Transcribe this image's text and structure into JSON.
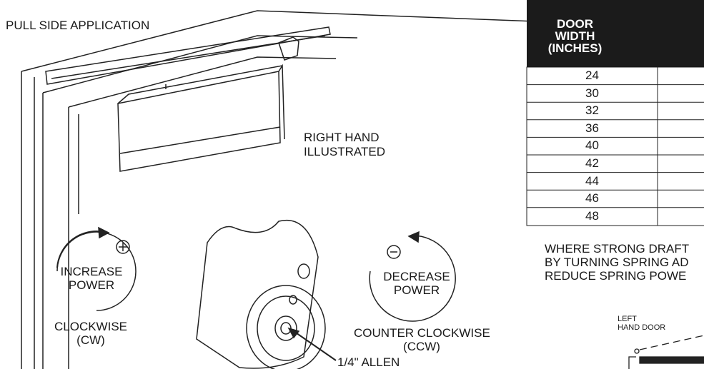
{
  "title": "PULL SIDE APPLICATION",
  "hand_note": [
    "RIGHT HAND",
    "ILLUSTRATED"
  ],
  "increase": {
    "symbol": "+",
    "line1": "INCREASE",
    "line2": "POWER",
    "dir1": "CLOCKWISE",
    "dir2": "(CW)"
  },
  "decrease": {
    "symbol": "-",
    "line1": "DECREASE",
    "line2": "POWER",
    "dir1": "COUNTER CLOCKWISE",
    "dir2": "(CCW)"
  },
  "allen": "1/4\" ALLEN",
  "table": {
    "header": [
      "DOOR",
      "WIDTH",
      "(INCHES)"
    ],
    "widths": [
      "24",
      "30",
      "32",
      "36",
      "40",
      "42",
      "44",
      "46",
      "48"
    ]
  },
  "note": [
    "WHERE STRONG DRAFT",
    "BY TURNING SPRING AD",
    "REDUCE SPRING POWE"
  ],
  "left_hand": [
    "LEFT",
    "HAND DOOR"
  ]
}
